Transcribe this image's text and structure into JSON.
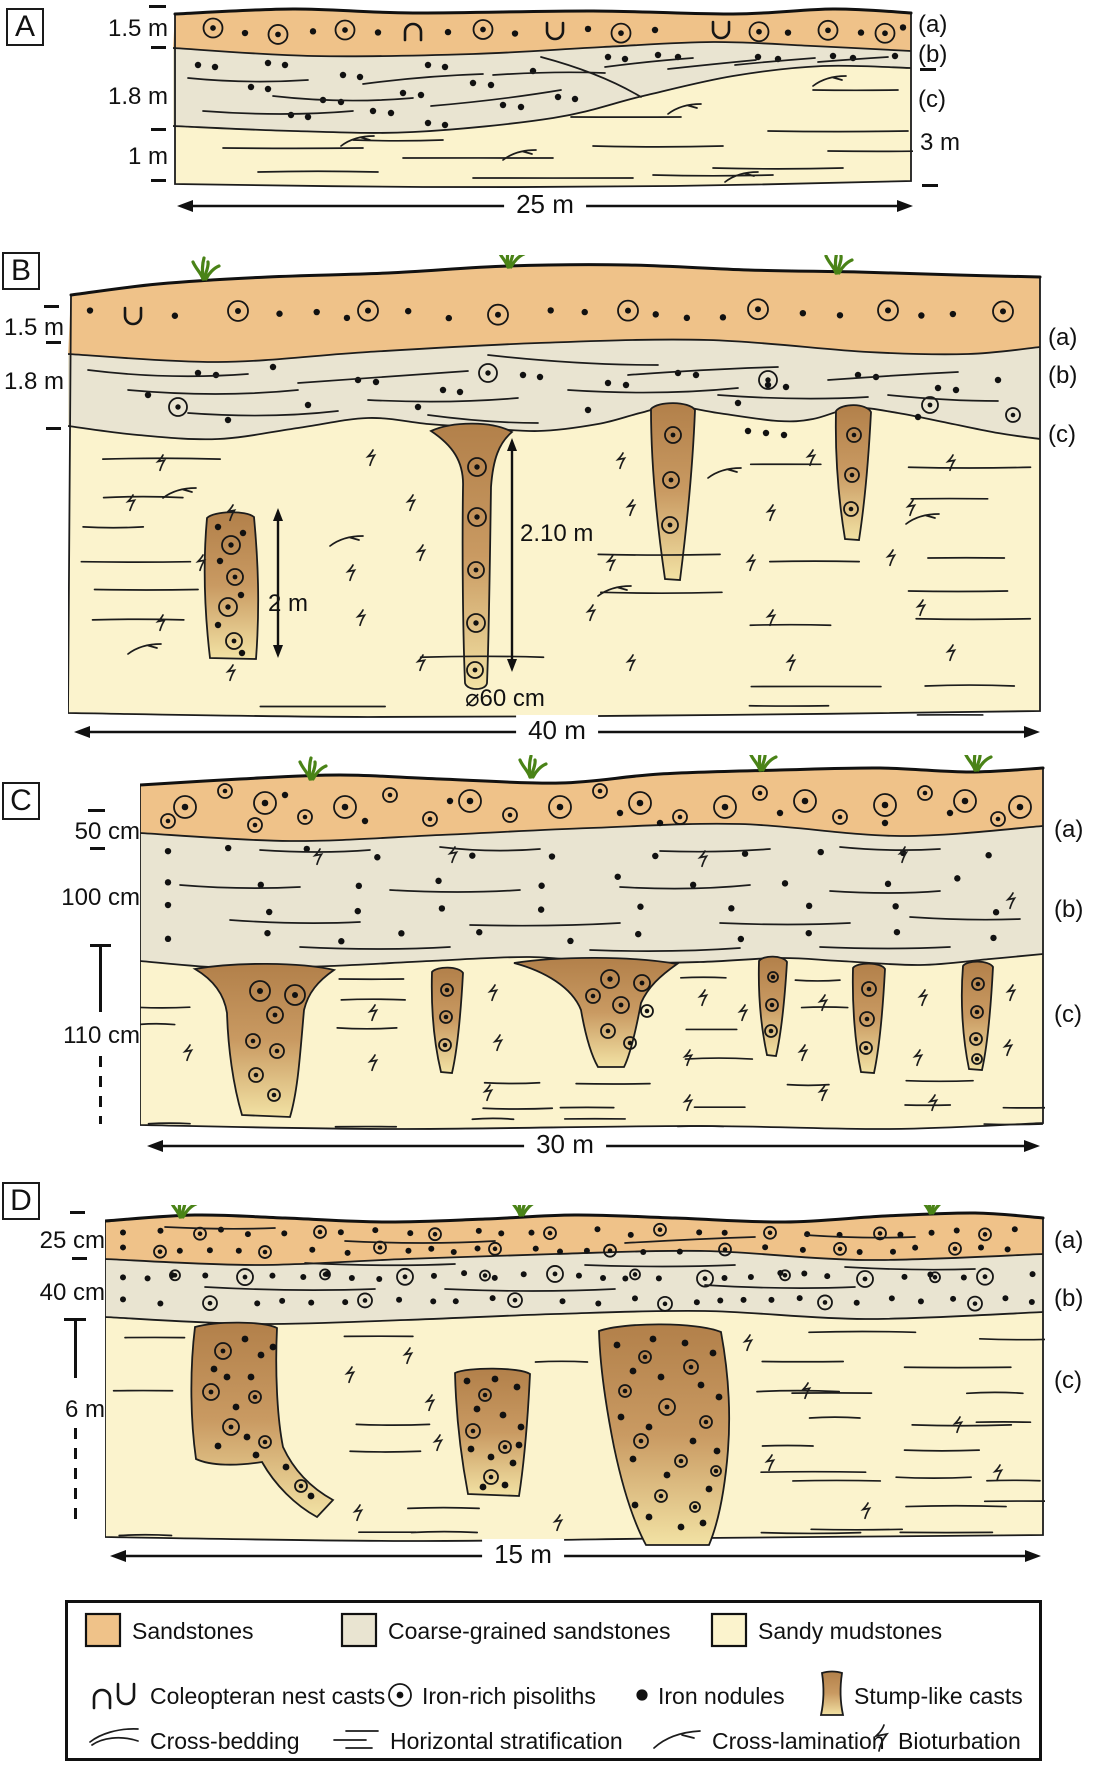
{
  "figure": {
    "type": "stratigraphic-sections",
    "panels": [
      {
        "letter": "A",
        "left_scale": [
          "1.5 m",
          "1.8 m",
          "1 m"
        ],
        "layer_labels": [
          "(a)",
          "(b)",
          "(c)"
        ],
        "right_scale": "3 m",
        "width_label": "25 m"
      },
      {
        "letter": "B",
        "left_scale": [
          "1.5 m",
          "1.8 m"
        ],
        "layer_labels": [
          "(a)",
          "(b)",
          "(c)"
        ],
        "annotations": {
          "stump_height": "2 m",
          "cast_depth": "2.10 m",
          "cast_diameter": "⌀60 cm"
        },
        "width_label": "40 m"
      },
      {
        "letter": "C",
        "left_scale": [
          "50 cm",
          "100 cm",
          "110 cm"
        ],
        "layer_labels": [
          "(a)",
          "(b)",
          "(c)"
        ],
        "width_label": "30 m"
      },
      {
        "letter": "D",
        "left_scale": [
          "25 cm",
          "40 cm",
          "6 m"
        ],
        "layer_labels": [
          "(a)",
          "(b)",
          "(c)"
        ],
        "width_label": "15 m"
      }
    ],
    "legend": {
      "lithologies": [
        {
          "label": "Sandstones",
          "color": "#efc289"
        },
        {
          "label": "Coarse-grained sandstones",
          "color": "#e9e4d1"
        },
        {
          "label": "Sandy mudstones",
          "color": "#fbf3cd"
        }
      ],
      "features": [
        {
          "label": "Coleopteran nest casts",
          "icon": "nest-casts-icon"
        },
        {
          "label": "Iron-rich pisoliths",
          "icon": "pisolith-icon"
        },
        {
          "label": "Iron nodules",
          "icon": "nodule-icon"
        },
        {
          "label": "Stump-like casts",
          "icon": "stump-icon"
        }
      ],
      "structures": [
        {
          "label": "Cross-bedding",
          "icon": "cross-bedding-icon"
        },
        {
          "label": "Horizontal stratification",
          "icon": "horizontal-stratification-icon"
        },
        {
          "label": "Cross-lamination",
          "icon": "cross-lamination-icon"
        },
        {
          "label": "Bioturbation",
          "icon": "bioturbation-icon"
        }
      ]
    },
    "colors": {
      "sandstone": "#efc289",
      "coarse_sandstone": "#e9e4d1",
      "sandy_mudstone": "#fbf3cd",
      "stump_top": "#b2804a",
      "stump_mid": "#c99a62",
      "stump_bottom": "#f2e2a4",
      "outline": "#1a1a1a",
      "grass": "#4a8317"
    }
  }
}
